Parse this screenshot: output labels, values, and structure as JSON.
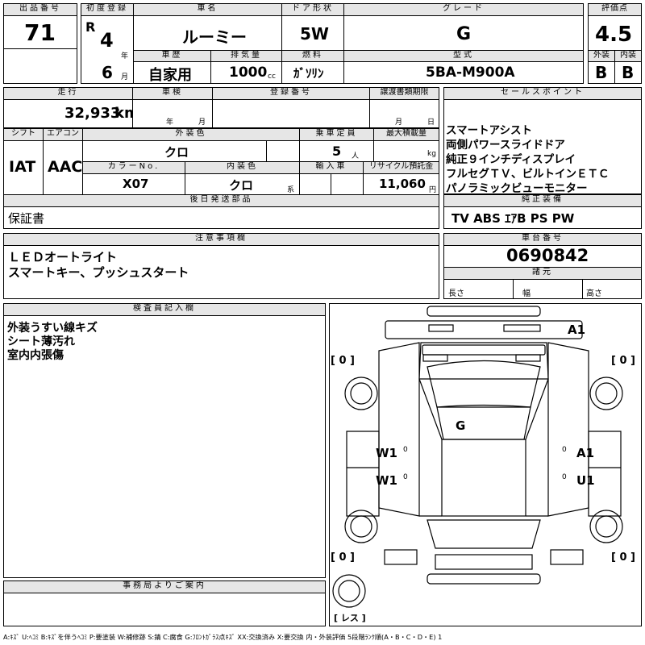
{
  "header": {
    "lot_label": "出品番号",
    "lot_no": "71",
    "first_reg_label": "初度登録",
    "era": "R",
    "year": "4",
    "year_unit": "年",
    "month": "6",
    "month_unit": "月",
    "car_name_label": "車名",
    "car_name": "ルーミー",
    "history_label": "車歴",
    "history": "自家用",
    "displacement_label": "排気量",
    "displacement": "1000",
    "displacement_unit": "cc",
    "door_label": "ドア形状",
    "door": "5W",
    "fuel_label": "燃料",
    "fuel": "ｶﾞｿﾘﾝ",
    "grade_label": "グレード",
    "grade": "G",
    "model_label": "型式",
    "model": "5BA-M900A",
    "score_label": "評価点",
    "score": "4.5",
    "ext_label": "外装",
    "ext": "B",
    "int_label": "内装",
    "int": "B"
  },
  "row2": {
    "mileage_label": "走行",
    "mileage": "32,933",
    "mileage_unit": "km",
    "inspection_label": "車検",
    "insp_year_unit": "年",
    "insp_month_unit": "月",
    "reg_no_label": "登録番号",
    "transfer_label": "譲渡書類期限",
    "transfer_month_unit": "月",
    "transfer_day_unit": "日"
  },
  "row3": {
    "shift_label": "シフト",
    "shift": "IAT",
    "ac_label": "エアコン",
    "ac": "AAC",
    "color_label": "外装色",
    "color": "クロ",
    "capacity_label": "乗車定員",
    "capacity": "5",
    "capacity_unit": "人",
    "max_load_label": "最大積載量",
    "max_load_unit": "kg",
    "color_no_label": "カラーNo.",
    "color_no": "X07",
    "int_color_label": "内装色",
    "int_color": "クロ",
    "int_color_unit": "系",
    "import_label": "輸入車",
    "recycle_label": "リサイクル預託金",
    "recycle": "11,060",
    "recycle_unit": "円"
  },
  "later_parts": {
    "label": "後日発送部品",
    "text": "保証書"
  },
  "sales_points": {
    "label": "セールスポイント",
    "lines": [
      "スマートアシスト",
      "両側パワースライドドア",
      "純正９インチディスプレイ",
      "フルセグＴＶ、ビルトインＥＴＣ",
      "パノラミックビューモニター"
    ]
  },
  "equipment": {
    "label": "純正装備",
    "items": "TV  ABS  ｴｱB  PS  PW"
  },
  "notes": {
    "label": "注意事項欄",
    "lines": [
      "ＬＥＤオートライト",
      "スマートキー、プッシュスタート"
    ]
  },
  "chassis": {
    "label": "車台番号",
    "value": "0690842"
  },
  "specs": {
    "label": "諸元",
    "length": "長さ",
    "width": "幅",
    "height": "高さ"
  },
  "inspector": {
    "label": "検査員記入欄",
    "lines": [
      "外装うすい線キズ",
      "シート薄汚れ",
      "室内内張傷"
    ]
  },
  "office": {
    "label": "事務局よりご案内"
  },
  "diagram": {
    "marks": {
      "a1_top": "A1",
      "g_roof": "G",
      "w1_left_front": "W1",
      "w1_left_rear": "W1",
      "a1_right": "A1",
      "u1_right": "U1"
    },
    "tires": {
      "fl": "[ 0 ]",
      "fr": "[ 0 ]",
      "rl": "[ 0 ]",
      "rr": "[ 0 ]",
      "spare": "[ レス ]"
    },
    "door_tick": "0"
  },
  "legend": "A:ｷｽﾞ  U:ﾍｺﾐ  B:ｷｽﾞを伴うﾍｺﾐ  P:要塗装  W:補修跡  S:錆  C:腐食  G:ﾌﾛﾝﾄｶﾞﾗｽ点ｷｽﾞ  XX:交換済み  X:要交換   内・外装評価  5段階ﾗﾝｸ順(A・B・C・D・E)  1"
}
